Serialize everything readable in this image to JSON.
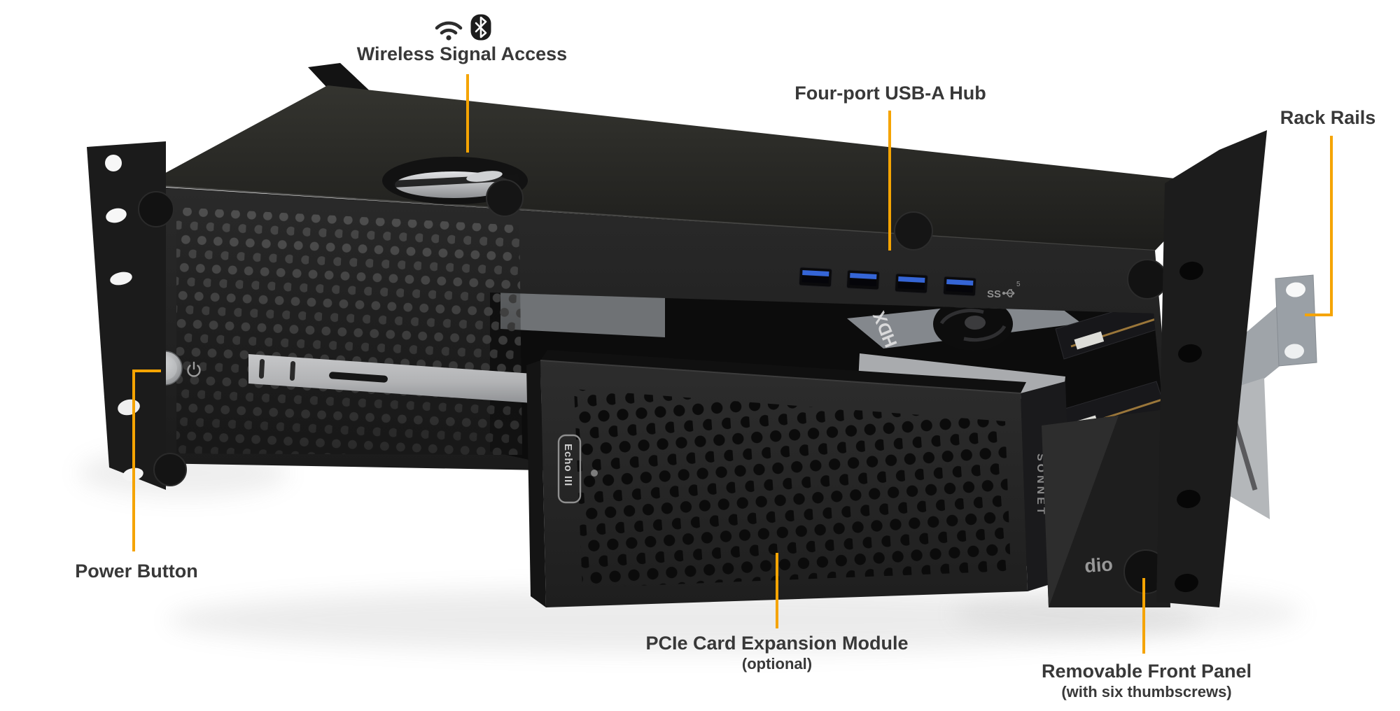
{
  "page": {
    "background": "#ffffff"
  },
  "style": {
    "accent_color": "#f5a402",
    "label_color": "#383838",
    "usb_port_color": "#3565d6",
    "rail_color": "#9fa4a9",
    "chassis_color": "#232323"
  },
  "callouts": {
    "wireless": {
      "label": "Wireless Signal Access",
      "icons": [
        "wifi-icon",
        "bluetooth-icon"
      ]
    },
    "usb_hub": {
      "label": "Four-port USB-A Hub"
    },
    "rack_rails": {
      "label": "Rack Rails"
    },
    "power": {
      "label": "Power Button"
    },
    "pcie": {
      "label": "PCIe Card Expansion Module",
      "sublabel": "(optional)"
    },
    "front_panel": {
      "label": "Removable Front Panel",
      "sublabel": "(with six thumbscrews)"
    }
  },
  "device": {
    "module_badge": "Echo III",
    "module_brand": "SONNET",
    "panel_partial_text": "dio",
    "interior_card_label": "HDX",
    "usb_ports": 4,
    "usb_speed_badge": "SS",
    "usb_speed_superscript": "5"
  }
}
